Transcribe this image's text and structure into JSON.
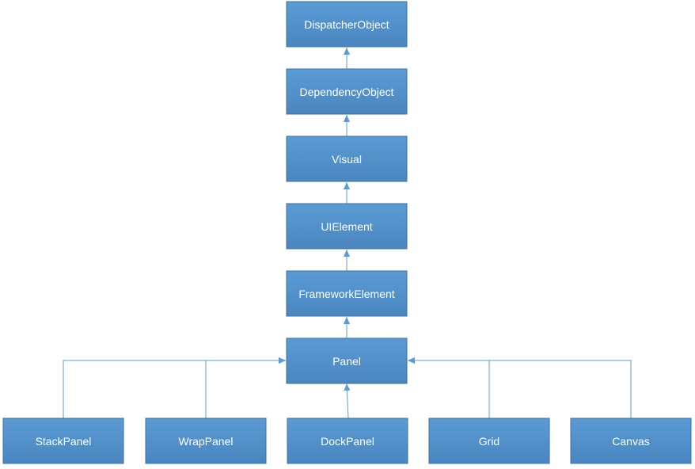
{
  "diagram": {
    "colors": {
      "node_fill_top": "#5b9bd5",
      "node_fill_bottom": "#4a86c0",
      "node_border": "#41719c",
      "node_text": "#ffffff",
      "edge": "#5b9bd5"
    },
    "nodes": {
      "dispatcher_object": "DispatcherObject",
      "dependency_object": "DependencyObject",
      "visual": "Visual",
      "ui_element": "UIElement",
      "framework_element": "FrameworkElement",
      "panel": "Panel",
      "stack_panel": "StackPanel",
      "wrap_panel": "WrapPanel",
      "dock_panel": "DockPanel",
      "grid": "Grid",
      "canvas": "Canvas"
    },
    "edges": [
      {
        "from": "dependency_object",
        "to": "dispatcher_object"
      },
      {
        "from": "visual",
        "to": "dependency_object"
      },
      {
        "from": "ui_element",
        "to": "visual"
      },
      {
        "from": "framework_element",
        "to": "ui_element"
      },
      {
        "from": "panel",
        "to": "framework_element"
      },
      {
        "from": "stack_panel",
        "to": "panel"
      },
      {
        "from": "wrap_panel",
        "to": "panel"
      },
      {
        "from": "dock_panel",
        "to": "panel"
      },
      {
        "from": "grid",
        "to": "panel"
      },
      {
        "from": "canvas",
        "to": "panel"
      }
    ]
  }
}
